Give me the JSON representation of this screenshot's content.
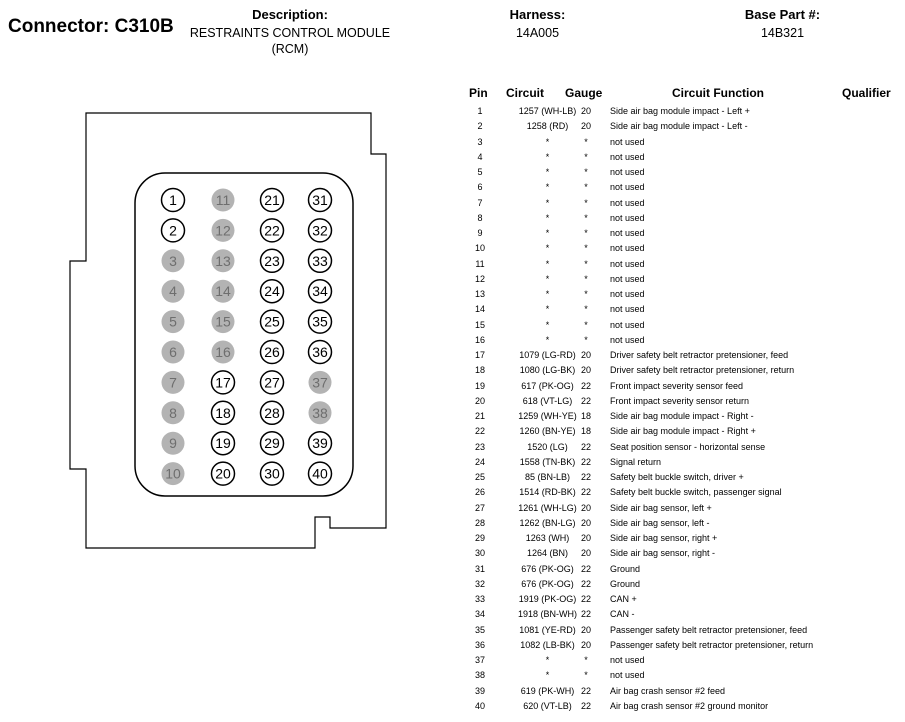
{
  "header": {
    "connector": "Connector: C310B",
    "description_label": "Description:",
    "description_value": "RESTRAINTS CONTROL MODULE (RCM)",
    "harness_label": "Harness:",
    "harness_value": "14A005",
    "base_part_label": "Base Part #:",
    "base_part_value": "14B321"
  },
  "table": {
    "headers": {
      "pin": "Pin",
      "circuit": "Circuit",
      "gauge": "Gauge",
      "function": "Circuit Function",
      "qualifier": "Qualifier"
    },
    "rows": [
      {
        "pin": "1",
        "circuit": "1257 (WH-LB)",
        "gauge": "20",
        "function": "Side air bag module impact - Left +"
      },
      {
        "pin": "2",
        "circuit": "1258 (RD)",
        "gauge": "20",
        "function": "Side air bag module impact - Left -"
      },
      {
        "pin": "3",
        "circuit": "*",
        "gauge": "*",
        "function": "not used"
      },
      {
        "pin": "4",
        "circuit": "*",
        "gauge": "*",
        "function": "not used"
      },
      {
        "pin": "5",
        "circuit": "*",
        "gauge": "*",
        "function": "not used"
      },
      {
        "pin": "6",
        "circuit": "*",
        "gauge": "*",
        "function": "not used"
      },
      {
        "pin": "7",
        "circuit": "*",
        "gauge": "*",
        "function": "not used"
      },
      {
        "pin": "8",
        "circuit": "*",
        "gauge": "*",
        "function": "not used"
      },
      {
        "pin": "9",
        "circuit": "*",
        "gauge": "*",
        "function": "not used"
      },
      {
        "pin": "10",
        "circuit": "*",
        "gauge": "*",
        "function": "not used"
      },
      {
        "pin": "11",
        "circuit": "*",
        "gauge": "*",
        "function": "not used"
      },
      {
        "pin": "12",
        "circuit": "*",
        "gauge": "*",
        "function": "not used"
      },
      {
        "pin": "13",
        "circuit": "*",
        "gauge": "*",
        "function": "not used"
      },
      {
        "pin": "14",
        "circuit": "*",
        "gauge": "*",
        "function": "not used"
      },
      {
        "pin": "15",
        "circuit": "*",
        "gauge": "*",
        "function": "not used"
      },
      {
        "pin": "16",
        "circuit": "*",
        "gauge": "*",
        "function": "not used"
      },
      {
        "pin": "17",
        "circuit": "1079 (LG-RD)",
        "gauge": "20",
        "function": "Driver safety belt retractor pretensioner, feed"
      },
      {
        "pin": "18",
        "circuit": "1080 (LG-BK)",
        "gauge": "20",
        "function": "Driver safety belt retractor pretensioner, return"
      },
      {
        "pin": "19",
        "circuit": "617 (PK-OG)",
        "gauge": "22",
        "function": "Front impact severity sensor feed"
      },
      {
        "pin": "20",
        "circuit": "618 (VT-LG)",
        "gauge": "22",
        "function": "Front impact severity sensor return"
      },
      {
        "pin": "21",
        "circuit": "1259 (WH-YE)",
        "gauge": "18",
        "function": "Side air bag module impact - Right -"
      },
      {
        "pin": "22",
        "circuit": "1260 (BN-YE)",
        "gauge": "18",
        "function": "Side air bag module impact - Right +"
      },
      {
        "pin": "23",
        "circuit": "1520 (LG)",
        "gauge": "22",
        "function": "Seat position sensor - horizontal sense"
      },
      {
        "pin": "24",
        "circuit": "1558 (TN-BK)",
        "gauge": "22",
        "function": "Signal return"
      },
      {
        "pin": "25",
        "circuit": "85 (BN-LB)",
        "gauge": "22",
        "function": "Safety belt buckle switch, driver +"
      },
      {
        "pin": "26",
        "circuit": "1514 (RD-BK)",
        "gauge": "22",
        "function": "Safety belt buckle switch, passenger signal"
      },
      {
        "pin": "27",
        "circuit": "1261 (WH-LG)",
        "gauge": "20",
        "function": "Side air bag sensor, left +"
      },
      {
        "pin": "28",
        "circuit": "1262 (BN-LG)",
        "gauge": "20",
        "function": "Side air bag sensor, left -"
      },
      {
        "pin": "29",
        "circuit": "1263 (WH)",
        "gauge": "20",
        "function": "Side air bag sensor, right +"
      },
      {
        "pin": "30",
        "circuit": "1264 (BN)",
        "gauge": "20",
        "function": "Side air bag sensor, right -"
      },
      {
        "pin": "31",
        "circuit": "676 (PK-OG)",
        "gauge": "22",
        "function": "Ground"
      },
      {
        "pin": "32",
        "circuit": "676 (PK-OG)",
        "gauge": "22",
        "function": "Ground"
      },
      {
        "pin": "33",
        "circuit": "1919 (PK-OG)",
        "gauge": "22",
        "function": "CAN +"
      },
      {
        "pin": "34",
        "circuit": "1918 (BN-WH)",
        "gauge": "22",
        "function": "CAN -"
      },
      {
        "pin": "35",
        "circuit": "1081 (YE-RD)",
        "gauge": "20",
        "function": "Passenger safety belt retractor pretensioner, feed"
      },
      {
        "pin": "36",
        "circuit": "1082 (LB-BK)",
        "gauge": "20",
        "function": "Passenger safety belt retractor pretensioner, return"
      },
      {
        "pin": "37",
        "circuit": "*",
        "gauge": "*",
        "function": "not used"
      },
      {
        "pin": "38",
        "circuit": "*",
        "gauge": "*",
        "function": "not used"
      },
      {
        "pin": "39",
        "circuit": "619 (PK-WH)",
        "gauge": "22",
        "function": "Air bag crash sensor #2 feed"
      },
      {
        "pin": "40",
        "circuit": "620 (VT-LB)",
        "gauge": "22",
        "function": "Air bag crash sensor #2 ground monitor"
      }
    ]
  },
  "connector_diagram": {
    "pins": [
      {
        "n": "1",
        "used": true
      },
      {
        "n": "2",
        "used": true
      },
      {
        "n": "3",
        "used": false
      },
      {
        "n": "4",
        "used": false
      },
      {
        "n": "5",
        "used": false
      },
      {
        "n": "6",
        "used": false
      },
      {
        "n": "7",
        "used": false
      },
      {
        "n": "8",
        "used": false
      },
      {
        "n": "9",
        "used": false
      },
      {
        "n": "10",
        "used": false
      },
      {
        "n": "11",
        "used": false
      },
      {
        "n": "12",
        "used": false
      },
      {
        "n": "13",
        "used": false
      },
      {
        "n": "14",
        "used": false
      },
      {
        "n": "15",
        "used": false
      },
      {
        "n": "16",
        "used": false
      },
      {
        "n": "17",
        "used": true
      },
      {
        "n": "18",
        "used": true
      },
      {
        "n": "19",
        "used": true
      },
      {
        "n": "20",
        "used": true
      },
      {
        "n": "21",
        "used": true
      },
      {
        "n": "22",
        "used": true
      },
      {
        "n": "23",
        "used": true
      },
      {
        "n": "24",
        "used": true
      },
      {
        "n": "25",
        "used": true
      },
      {
        "n": "26",
        "used": true
      },
      {
        "n": "27",
        "used": true
      },
      {
        "n": "28",
        "used": true
      },
      {
        "n": "29",
        "used": true
      },
      {
        "n": "30",
        "used": true
      },
      {
        "n": "31",
        "used": true
      },
      {
        "n": "32",
        "used": true
      },
      {
        "n": "33",
        "used": true
      },
      {
        "n": "34",
        "used": true
      },
      {
        "n": "35",
        "used": true
      },
      {
        "n": "36",
        "used": true
      },
      {
        "n": "37",
        "used": false
      },
      {
        "n": "38",
        "used": false
      },
      {
        "n": "39",
        "used": true
      },
      {
        "n": "40",
        "used": true
      }
    ],
    "colors": {
      "unused_fill": "#b3b3b3",
      "unused_text": "#6e6e6e",
      "used_fill": "#ffffff",
      "outline": "#000000"
    }
  }
}
